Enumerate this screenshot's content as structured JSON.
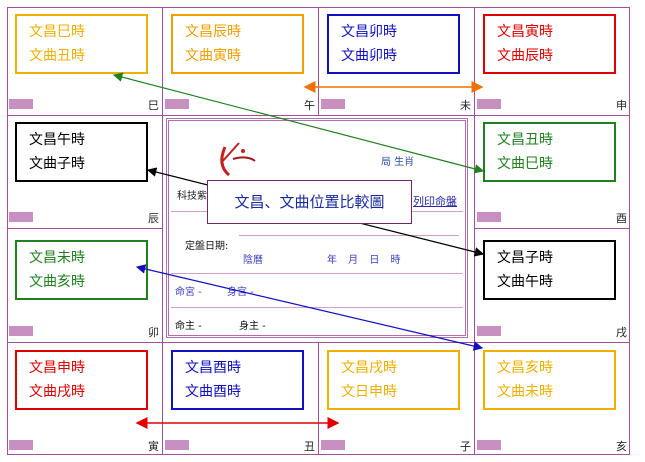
{
  "title": "文昌、文曲位置比較圖",
  "cells": [
    {
      "id": "si",
      "branch": "巳",
      "line1": "文昌巳時",
      "line2": "文曲丑時",
      "color": "#f0b000"
    },
    {
      "id": "wu",
      "branch": "午",
      "line1": "文昌辰時",
      "line2": "文曲寅時",
      "color": "#f0a000"
    },
    {
      "id": "wei",
      "branch": "未",
      "line1": "文昌卯時",
      "line2": "文曲卯時",
      "color": "#1010c0"
    },
    {
      "id": "shen",
      "branch": "申",
      "line1": "文昌寅時",
      "line2": "文曲辰時",
      "color": "#e00000"
    },
    {
      "id": "chen",
      "branch": "辰",
      "line1": "文昌午時",
      "line2": "文曲子時",
      "color": "#000000"
    },
    {
      "id": "you",
      "branch": "酉",
      "line1": "文昌丑時",
      "line2": "文曲巳時",
      "color": "#208020"
    },
    {
      "id": "mao",
      "branch": "卯",
      "line1": "文昌未時",
      "line2": "文曲亥時",
      "color": "#208020"
    },
    {
      "id": "xu",
      "branch": "戌",
      "line1": "文昌子時",
      "line2": "文曲午時",
      "color": "#000000"
    },
    {
      "id": "yin",
      "branch": "寅",
      "line1": "文昌申時",
      "line2": "文曲戌時",
      "color": "#e00000"
    },
    {
      "id": "chou",
      "branch": "丑",
      "line1": "文昌酉時",
      "line2": "文曲酉時",
      "color": "#1010c0"
    },
    {
      "id": "zi",
      "branch": "子",
      "line1": "文昌戌時",
      "line2": "文日申時",
      "color": "#f0b000"
    },
    {
      "id": "hai",
      "branch": "亥",
      "line1": "文昌亥時",
      "line2": "文曲未時",
      "color": "#f0b000"
    }
  ],
  "center": {
    "bureau": "局 生肖",
    "logo_text": "科技紫",
    "print_link": "列印命盤",
    "date_label": "定盤日期:",
    "calendar": "陰曆",
    "date_fields": "年 月 日 時",
    "life_palace": "命宮 -",
    "body_palace": "身宮 -",
    "life_master": "命主 -",
    "body_master": "身主 -"
  },
  "colors": {
    "border": "#a0509a",
    "tag": "#c890c0",
    "green": "#208020",
    "orange": "#f07000",
    "black": "#000000",
    "blue": "#1010c0",
    "red": "#e00000"
  }
}
